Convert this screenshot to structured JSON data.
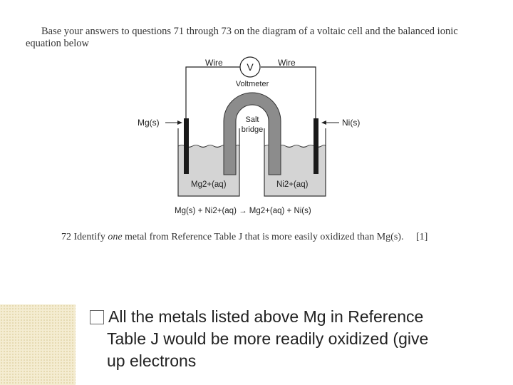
{
  "intro": {
    "line1": "Base your answers to questions 71 through 73 on the diagram of a voltaic cell and the balanced ionic",
    "line2": "equation below"
  },
  "diagram": {
    "wire_left": "Wire",
    "wire_right": "Wire",
    "voltmeter_symbol": "V",
    "voltmeter_label": "Voltmeter",
    "salt_bridge_line1": "Salt",
    "salt_bridge_line2": "bridge",
    "electrode_left": "Mg(s)",
    "electrode_right": "Ni(s)",
    "solution_left": "Mg2+(aq)",
    "solution_right": "Ni2+(aq)",
    "equation": "Mg(s) + Ni2+(aq) → Mg2+(aq) + Ni(s)"
  },
  "question": {
    "number": "72",
    "text_before": "Identify ",
    "text_italic": "one",
    "text_after": " metal from Reference Table J that is more easily oxidized than Mg(s).",
    "points": "[1]"
  },
  "answer": {
    "line1": "All the metals listed above Mg in Reference",
    "line2": "Table J would be more readily oxidized (give",
    "line3": "up electrons"
  },
  "colors": {
    "solution_fill": "#d4d4d4",
    "bridge_fill": "#8c8c8c",
    "electrode": "#1a1a1a",
    "deco_bg": "#f4ecd1"
  }
}
